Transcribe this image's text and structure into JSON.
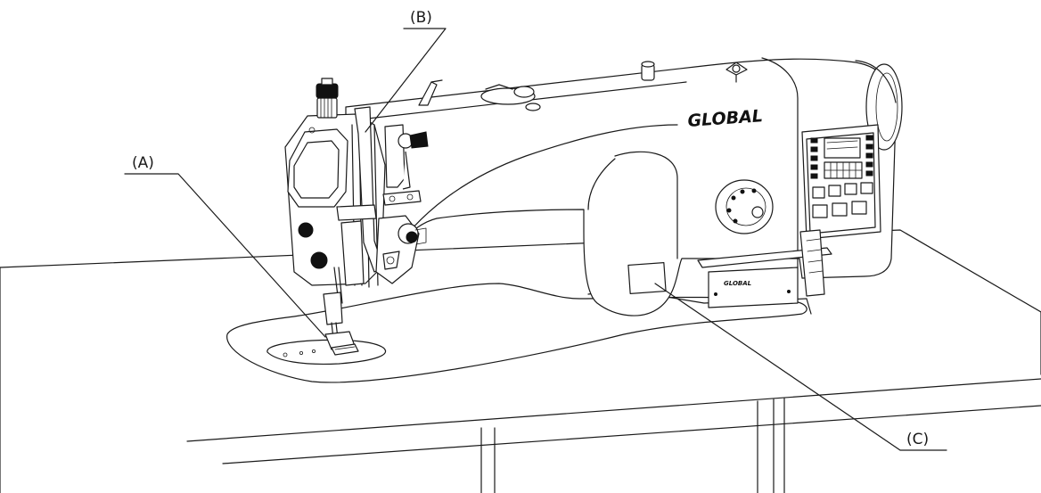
{
  "callouts": {
    "a": {
      "label": "(A)"
    },
    "b": {
      "label": "(B)"
    },
    "c": {
      "label": "(C)"
    }
  },
  "machine": {
    "brand_main": "GLOBAL",
    "brand_plate": "GLOBAL"
  }
}
